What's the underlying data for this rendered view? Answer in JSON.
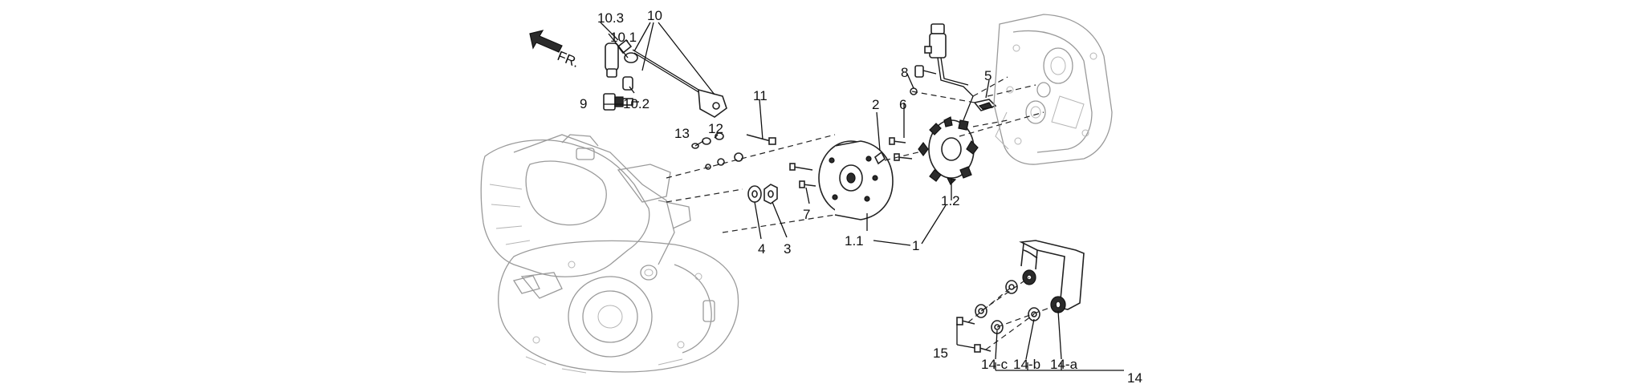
{
  "direction": {
    "label": "FR.",
    "icon": "front-arrow-icon"
  },
  "callouts": [
    {
      "id": "c-10-3",
      "text": "10.3"
    },
    {
      "id": "c-10",
      "text": "10"
    },
    {
      "id": "c-10-1",
      "text": "10.1"
    },
    {
      "id": "c-9",
      "text": "9"
    },
    {
      "id": "c-10-2",
      "text": "10.2"
    },
    {
      "id": "c-11",
      "text": "11"
    },
    {
      "id": "c-12",
      "text": "12"
    },
    {
      "id": "c-13",
      "text": "13"
    },
    {
      "id": "c-2",
      "text": "2"
    },
    {
      "id": "c-8",
      "text": "8"
    },
    {
      "id": "c-6",
      "text": "6"
    },
    {
      "id": "c-5",
      "text": "5"
    },
    {
      "id": "c-7",
      "text": "7"
    },
    {
      "id": "c-4",
      "text": "4"
    },
    {
      "id": "c-3",
      "text": "3"
    },
    {
      "id": "c-1-1",
      "text": "1.1"
    },
    {
      "id": "c-1",
      "text": "1"
    },
    {
      "id": "c-1-2",
      "text": "1.2"
    },
    {
      "id": "c-15",
      "text": "15"
    },
    {
      "id": "c-14-c",
      "text": "14-c"
    },
    {
      "id": "c-14-b",
      "text": "14-b"
    },
    {
      "id": "c-14-a",
      "text": "14-a"
    },
    {
      "id": "c-14",
      "text": "14"
    }
  ]
}
